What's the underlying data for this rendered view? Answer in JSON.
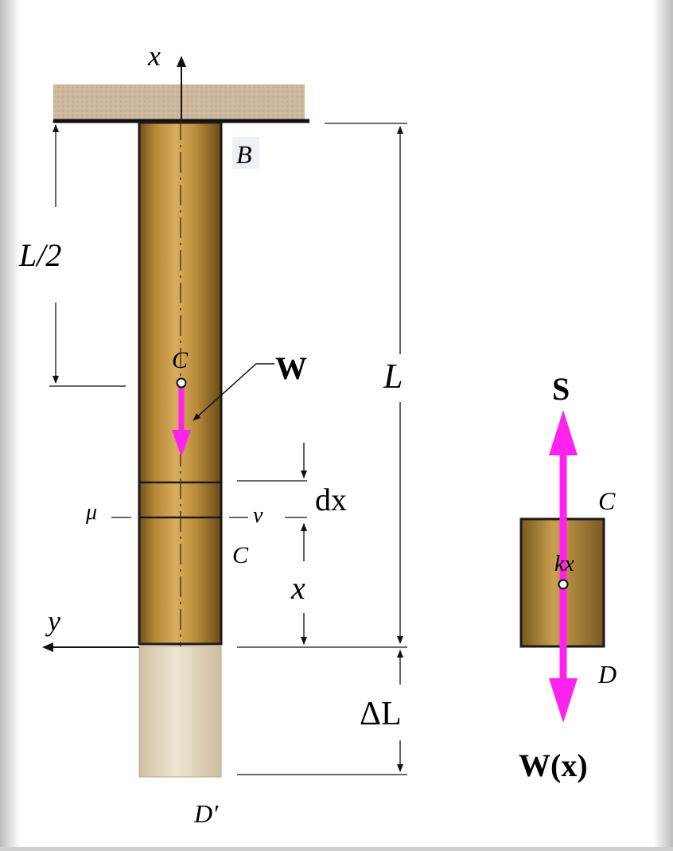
{
  "colors": {
    "bar": "#b88a3a",
    "bar_edge": "#1a1a1a",
    "extension": "#e9dcc4",
    "support": "#cbb49c",
    "force_arrow": "#ff22ee",
    "line": "#111111"
  },
  "labels": {
    "axis_x": "x",
    "axis_y": "y",
    "point_b": "B",
    "half_length": "L/2",
    "centroid": "C",
    "weight": "W",
    "length": "L",
    "dx": "dx",
    "mu": "μ",
    "nu": "ν",
    "section_c": "C",
    "x_dim": "x",
    "delta_l": "ΔL",
    "point_d_prime": "D′",
    "fbd_s": "S",
    "fbd_c": "C",
    "fbd_kx": "kx",
    "fbd_d": "D",
    "fbd_wx": "W(x)"
  }
}
